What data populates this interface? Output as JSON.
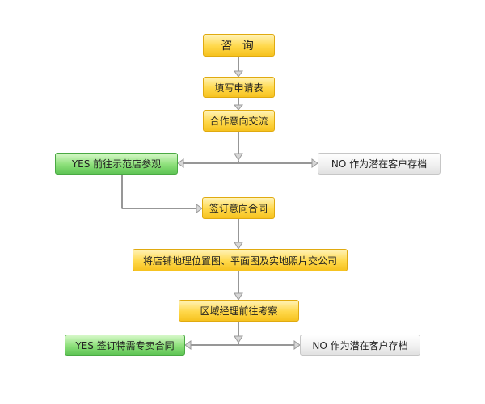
{
  "nodes": {
    "consult": "咨 询",
    "fill_form": "填写申请表",
    "coop_intent": "合作意向交流",
    "yes_visit": "YES 前往示范店参观",
    "no_archive_1": "NO 作为潜在客户存档",
    "sign_intent": "签订意向合同",
    "store_location": "将店铺地理位置图、平面图及实地照片交公司",
    "regional_manager": "区域经理前往考察",
    "yes_franchise": "YES 签订特需专卖合同",
    "no_archive_2": "NO 作为潜在客户存档"
  },
  "colors": {
    "line": "#2f2f2f",
    "arrow_fill": "#d7d7d7",
    "arrow_stroke": "#9a9a9a",
    "yellow_border": "#e0aa10",
    "green_border": "#4aa943",
    "gray_border": "#c6c6c6"
  }
}
